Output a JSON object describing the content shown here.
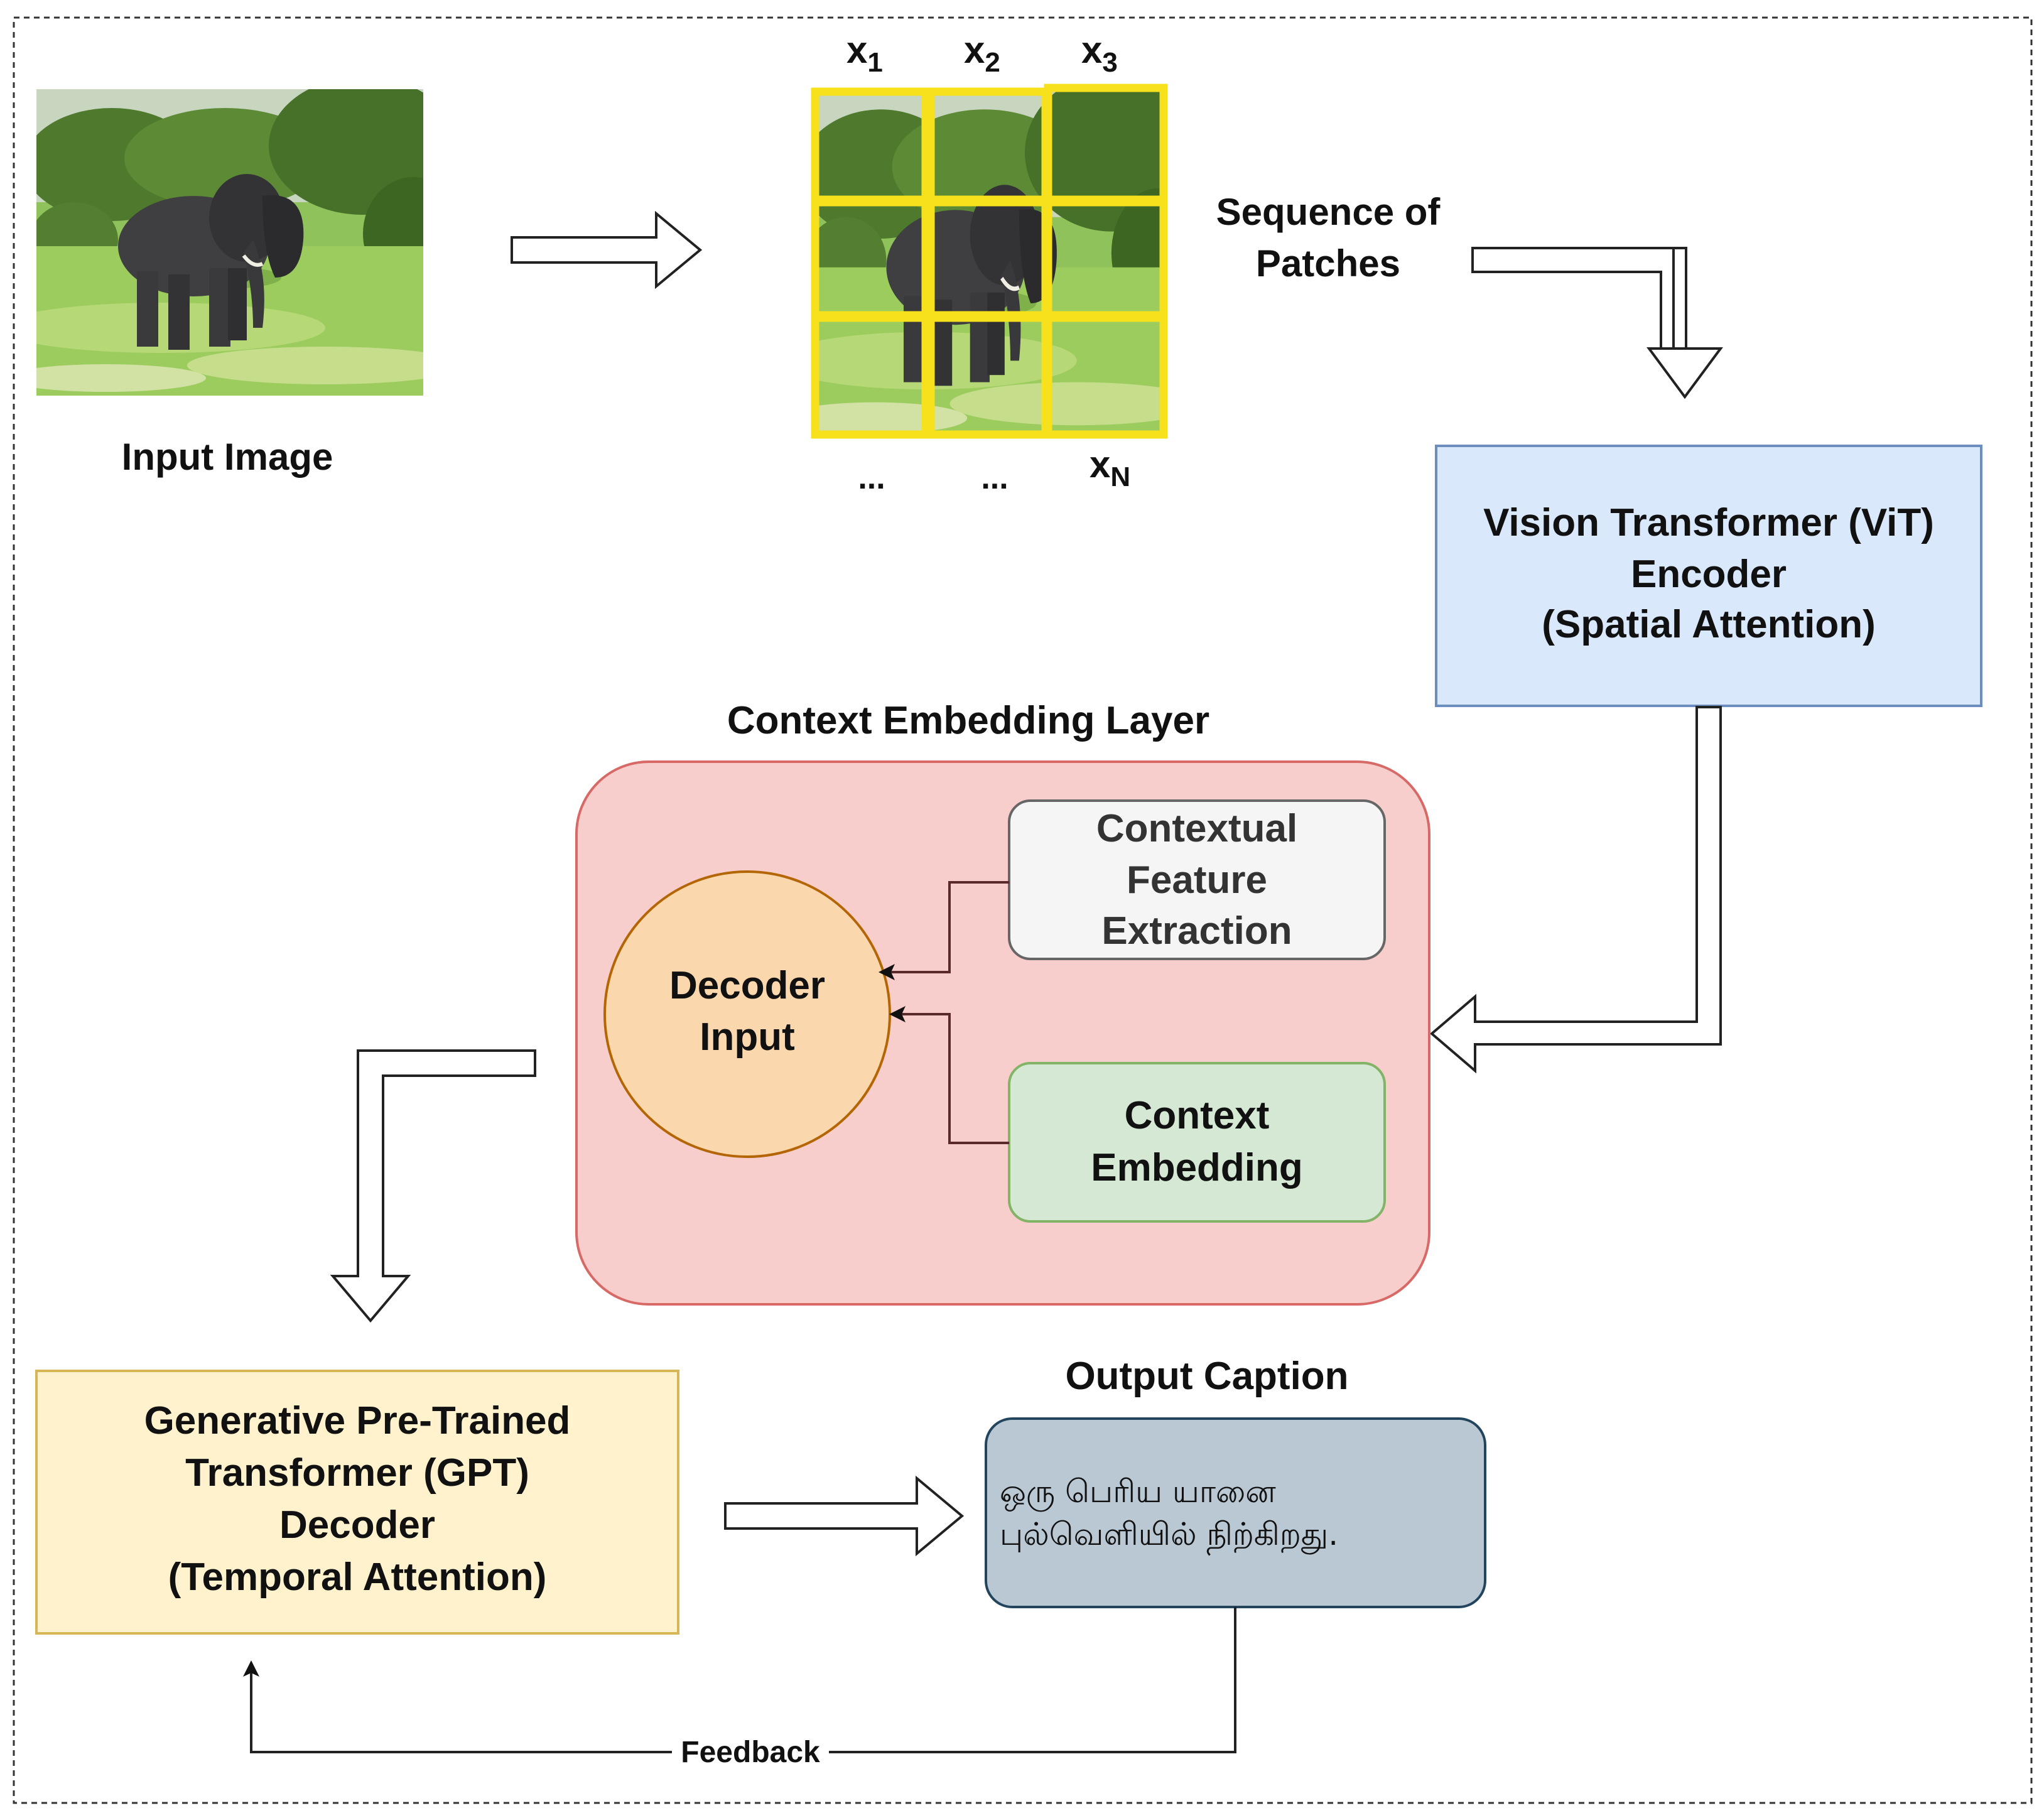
{
  "frame": {
    "style": "dashed-border"
  },
  "input_image": {
    "label": "Input Image",
    "picture": "elephant-on-grassland"
  },
  "patches": {
    "top_labels": [
      {
        "base": "x",
        "sub": "1"
      },
      {
        "base": "x",
        "sub": "2"
      },
      {
        "base": "x",
        "sub": "3"
      }
    ],
    "bottom_labels": [
      {
        "text": "..."
      },
      {
        "text": "..."
      },
      {
        "base": "x",
        "sub": "N"
      }
    ],
    "caption_line1": "Sequence of",
    "caption_line2": "Patches",
    "grid_color": "#f7e01c"
  },
  "vit": {
    "line1": "Vision Transformer (ViT)",
    "line2": "Encoder",
    "line3": "(Spatial Attention)",
    "fill": "#dae8fc",
    "stroke": "#6c8ebf"
  },
  "context_layer": {
    "title": "Context Embedding Layer",
    "fill": "#f8cecc",
    "stroke": "#d76a66",
    "decoder_input": {
      "line1": "Decoder",
      "line2": "Input",
      "fill": "#fad7ac",
      "stroke": "#b46504"
    },
    "contextual_feature": {
      "line1": "Contextual",
      "line2": "Feature",
      "line3": "Extraction",
      "fill": "#f5f5f5",
      "stroke": "#666666"
    },
    "context_embedding": {
      "line1": "Context",
      "line2": "Embedding",
      "fill": "#d5e8d4",
      "stroke": "#82b366"
    }
  },
  "gpt": {
    "line1": "Generative Pre-Trained",
    "line2": "Transformer (GPT)",
    "line3": "Decoder",
    "line4": "(Temporal Attention)",
    "fill": "#fff2cc",
    "stroke": "#d6b656"
  },
  "output": {
    "title": "Output Caption",
    "line1": "ஒரு பெரிய யானை",
    "line2": "புல்வெளியில் நிற்கிறது.",
    "fill": "#bac8d3",
    "stroke": "#23445d"
  },
  "feedback": {
    "label": "Feedback"
  }
}
